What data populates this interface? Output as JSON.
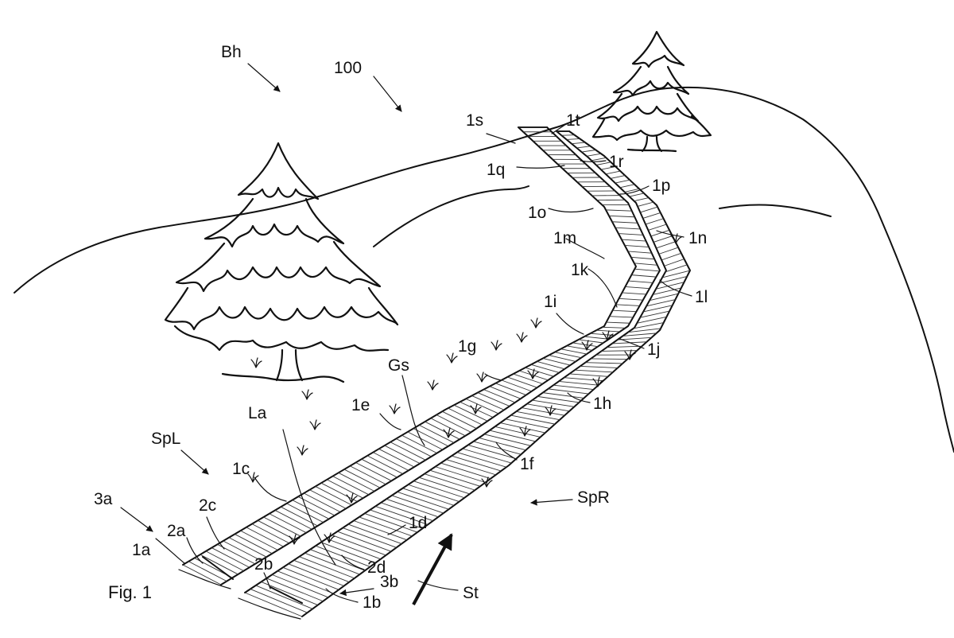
{
  "figure": {
    "caption": "Fig. 1",
    "labels": {
      "bh": "Bh",
      "n100": "100",
      "spl": "SpL",
      "spr": "SpR",
      "st": "St",
      "gs": "Gs",
      "la": "La",
      "n3a": "3a",
      "n3b": "3b",
      "n2a": "2a",
      "n2b": "2b",
      "n2c": "2c",
      "n2d": "2d",
      "n1a": "1a",
      "n1b": "1b",
      "n1c": "1c",
      "n1d": "1d",
      "n1e": "1e",
      "n1f": "1f",
      "n1g": "1g",
      "n1h": "1h",
      "n1i": "1i",
      "n1j": "1j",
      "n1k": "1k",
      "n1l": "1l",
      "n1m": "1m",
      "n1n": "1n",
      "n1o": "1o",
      "n1p": "1p",
      "n1q": "1q",
      "n1r": "1r",
      "n1s": "1s",
      "n1t": "1t"
    }
  }
}
